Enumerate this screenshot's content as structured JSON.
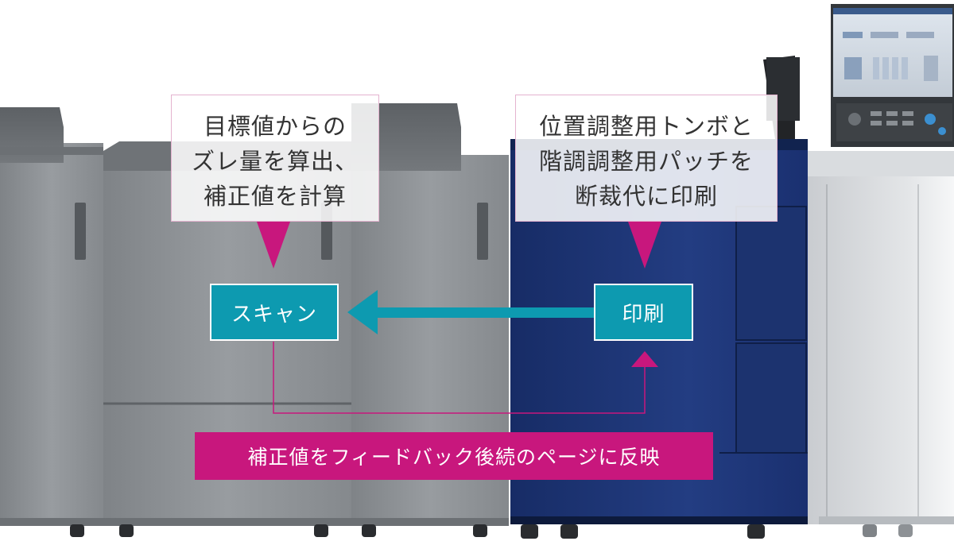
{
  "callout_left": {
    "lines": [
      "目標値からの",
      "ズレ量を算出、",
      "補正値を計算"
    ]
  },
  "callout_right": {
    "lines": [
      "位置調整用トンボと",
      "階調調整用パッチを",
      "断裁代に印刷"
    ]
  },
  "step_scan": {
    "label": "スキャン"
  },
  "step_print": {
    "label": "印刷"
  },
  "feedback_banner": {
    "label": "補正値をフィードバック後続のページに反映"
  },
  "colors": {
    "teal": "#0d9ab0",
    "magenta": "#c8177d",
    "callout_border": "#e4b3cf",
    "machine_gray": "#8d9195",
    "machine_navy": "#1d3572"
  }
}
